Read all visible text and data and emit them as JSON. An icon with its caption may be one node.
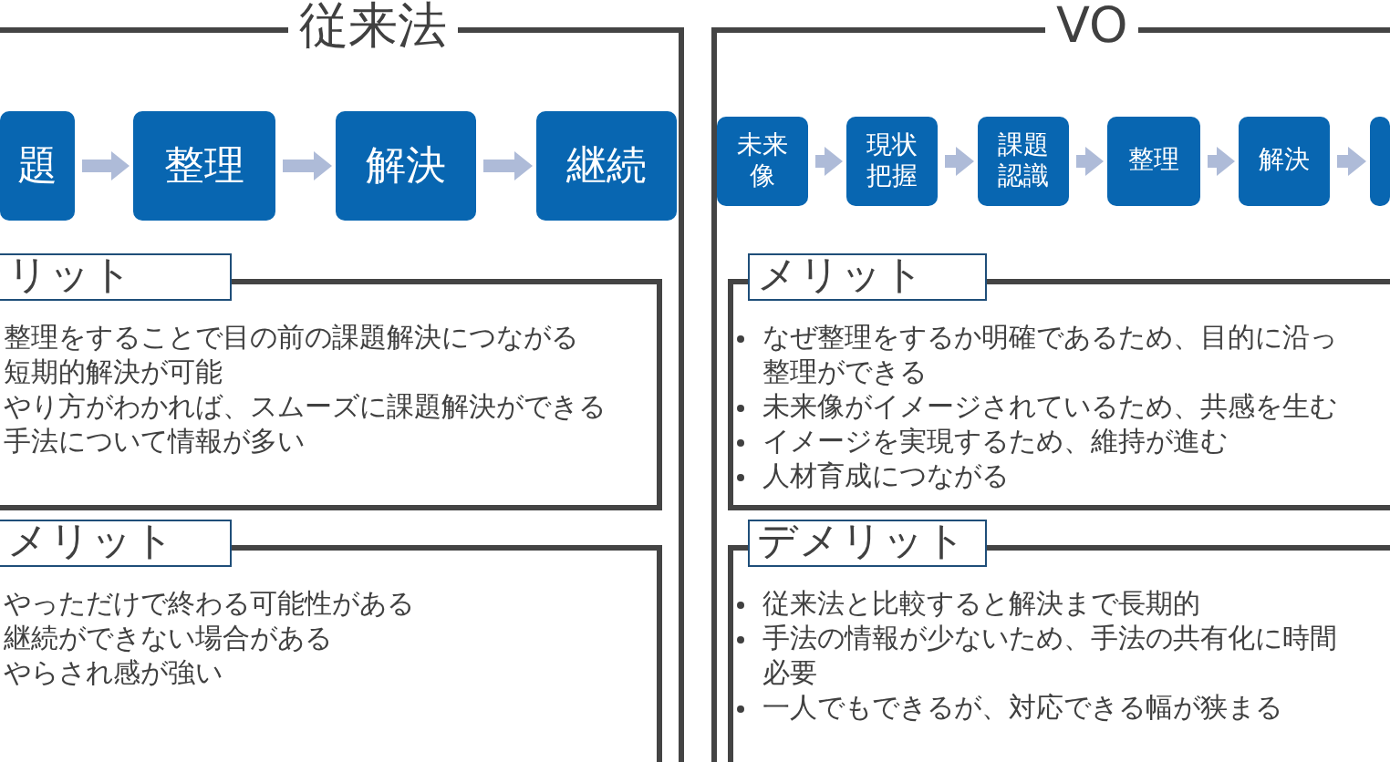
{
  "diagram": {
    "nodes": [
      {
        "text": [
          "従来法"
        ]
      },
      {
        "text": [
          "題"
        ],
        "in": 0
      },
      {
        "text": [
          "整理"
        ],
        "in": 0
      },
      {
        "text": [
          "解決"
        ],
        "in": 0
      },
      {
        "text": [
          "継続"
        ],
        "in": 0
      },
      {
        "text": [
          "リット"
        ],
        "in": 0
      },
      {
        "text": [
          "整理をすることで目の前の課題解決につながる",
          "短期的解決が可能",
          "やり方がわかれば、スムーズに課題解決ができる",
          "手法について情報が多い"
        ],
        "in": 0
      },
      {
        "text": [
          "メリット"
        ],
        "in": 0
      },
      {
        "text": [
          "やっただけで終わる可能性がある",
          "継続ができない場合がある",
          "やらされ感が強い"
        ],
        "in": 0
      },
      {
        "text": [
          "VO"
        ]
      },
      {
        "text": [
          "未来像"
        ],
        "in": 9
      },
      {
        "text": [
          "現状把握"
        ],
        "in": 9
      },
      {
        "text": [
          "課題認識"
        ],
        "in": 9
      },
      {
        "text": [
          "整理"
        ],
        "in": 9
      },
      {
        "text": [
          "解決"
        ],
        "in": 9
      },
      {
        "text": [],
        "shape": "box",
        "in": 9
      },
      {
        "text": [
          "メリット"
        ],
        "in": 9
      },
      {
        "text": [
          "なぜ整理をするか明確であるため、目的に沿っ整理ができる",
          "未来像がイメージされているため、共感を生む",
          "イメージを実現するため、維持が進む",
          "人材育成につながる"
        ],
        "in": 9
      },
      {
        "text": [
          "デメリット"
        ],
        "in": 9
      },
      {
        "text": [
          "従来法と比較すると解決まで長期的",
          "手法の情報が少ないため、手法の共有化に時間必要",
          "一人でもできるが、対応できる幅が狭まる"
        ],
        "in": 9
      }
    ],
    "edges": [
      {
        "from": 1,
        "to": 2,
        "arrow": "to"
      },
      {
        "from": 2,
        "to": 3,
        "arrow": "to"
      },
      {
        "from": 3,
        "to": 4,
        "arrow": "to"
      },
      {
        "from": 10,
        "to": 11,
        "arrow": "to"
      },
      {
        "from": 11,
        "to": 12,
        "arrow": "to"
      },
      {
        "from": 12,
        "to": 13,
        "arrow": "to"
      },
      {
        "from": 13,
        "to": 14,
        "arrow": "to"
      },
      {
        "from": 14,
        "to": 15,
        "arrow": "to"
      }
    ]
  }
}
